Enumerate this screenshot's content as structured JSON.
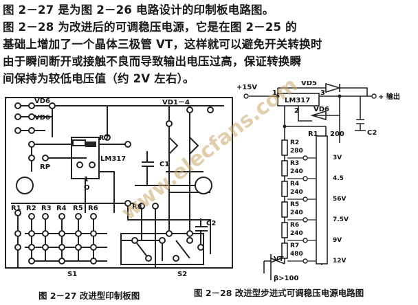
{
  "text": {
    "lines": [
      "图 2－27 是为图 2－26 电路设计的印制板电路图。",
      "图 2－28 为改进后的可调稳压电源，它是在图 2－25 的",
      "基础上增加了一个晶体三极管 VT，这样就可以避免开关转换时",
      "由于瞬间断开或接触不良而导致输出电压过高，保证转换瞬",
      "间保持为较低电压值（约 2V 左右）。"
    ]
  },
  "captions": {
    "left": "图 2－27    改进型印制板图",
    "right": "图 2－28    改进型步进式可调稳压电源电路图"
  },
  "pcb": {
    "vd6a": "VD6",
    "vd6b": "VD6",
    "vd14": "VD1－4",
    "r7": "R7",
    "rp": "RP",
    "lm317": "LM317",
    "c1": "C1",
    "pin1": "1",
    "pin0": "O",
    "r8": "R8",
    "c2": "C2",
    "s1": "S1",
    "s2": "S2",
    "rlabels": [
      "R1",
      "R2",
      "R3",
      "R4",
      "R5",
      "R6"
    ]
  },
  "schem": {
    "v15": "+15V",
    "vd5": "VD5",
    "lm317": "LM317",
    "vd6": "VD6",
    "out": "+ 输出",
    "pin1": "1",
    "pin2": "2",
    "pin3": "3",
    "c2": "C2",
    "r1": "R1",
    "r1val": "200",
    "vt": "VT",
    "beta": "β>100",
    "resistors": [
      {
        "name": "R2",
        "val": "280"
      },
      {
        "name": "R3",
        "val": "240"
      },
      {
        "name": "R4",
        "val": "240"
      },
      {
        "name": "R5",
        "val": "240"
      },
      {
        "name": "R6",
        "val": "240"
      },
      {
        "name": "R7",
        "val": "480"
      }
    ],
    "volts": [
      "3V",
      "4.5",
      "56V",
      "7.5V",
      "9V",
      "12V"
    ]
  },
  "watermark": "www.elecfans.com"
}
